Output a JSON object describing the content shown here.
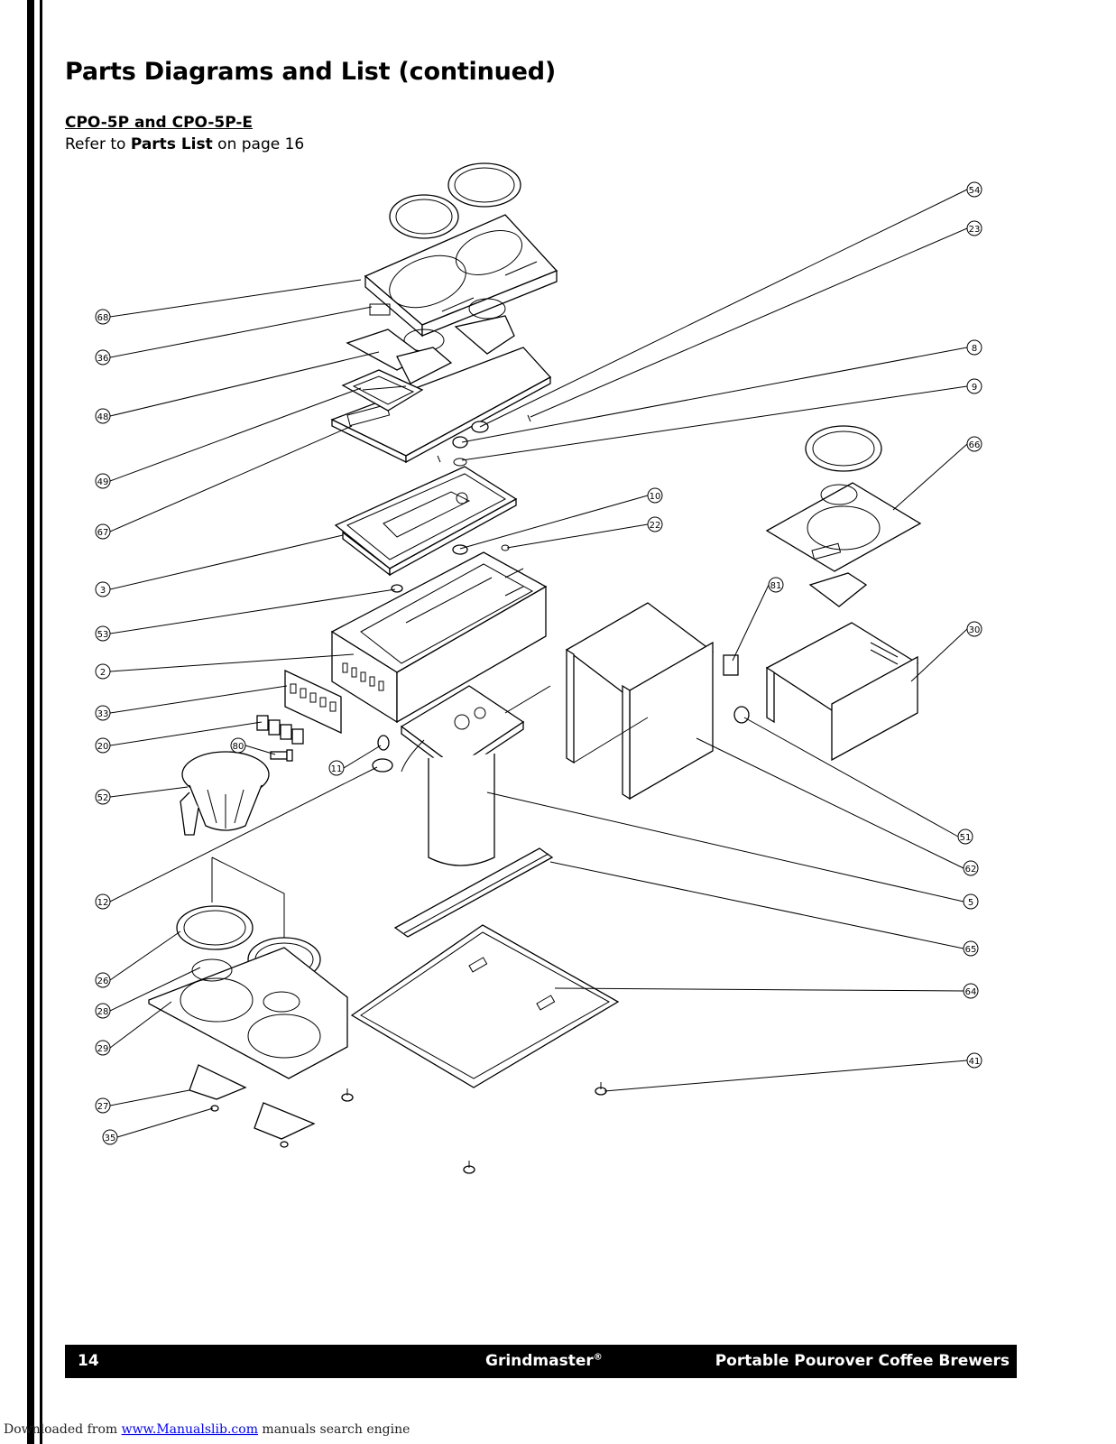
{
  "header": {
    "title": "Parts Diagrams and List (continued)",
    "model": "CPO-5P and CPO-5P-E",
    "refer_prefix": "Refer to ",
    "refer_bold": "Parts List",
    "refer_suffix": " on page 16"
  },
  "callouts": {
    "c54": "54",
    "c23": "23",
    "c8": "8",
    "c9": "9",
    "c66": "66",
    "c10": "10",
    "c22": "22",
    "c81": "81",
    "c30": "30",
    "c51": "51",
    "c62": "62",
    "c5": "5",
    "c65": "65",
    "c64": "64",
    "c41": "41",
    "c68": "68",
    "c36": "36",
    "c48": "48",
    "c49": "49",
    "c67": "67",
    "c3": "3",
    "c53": "53",
    "c2": "2",
    "c33": "33",
    "c20": "20",
    "c80": "80",
    "c11": "11",
    "c52": "52",
    "c12": "12",
    "c26": "26",
    "c28": "28",
    "c29": "29",
    "c27": "27",
    "c35": "35"
  },
  "footer": {
    "page_number": "14",
    "brand": "Grindmaster",
    "brand_mark": "®",
    "doc_title": "Portable Pourover Coffee Brewers"
  },
  "watermark": {
    "prefix": "Downloaded from ",
    "link": "www.Manualslib.com",
    "suffix": " manuals search engine"
  }
}
